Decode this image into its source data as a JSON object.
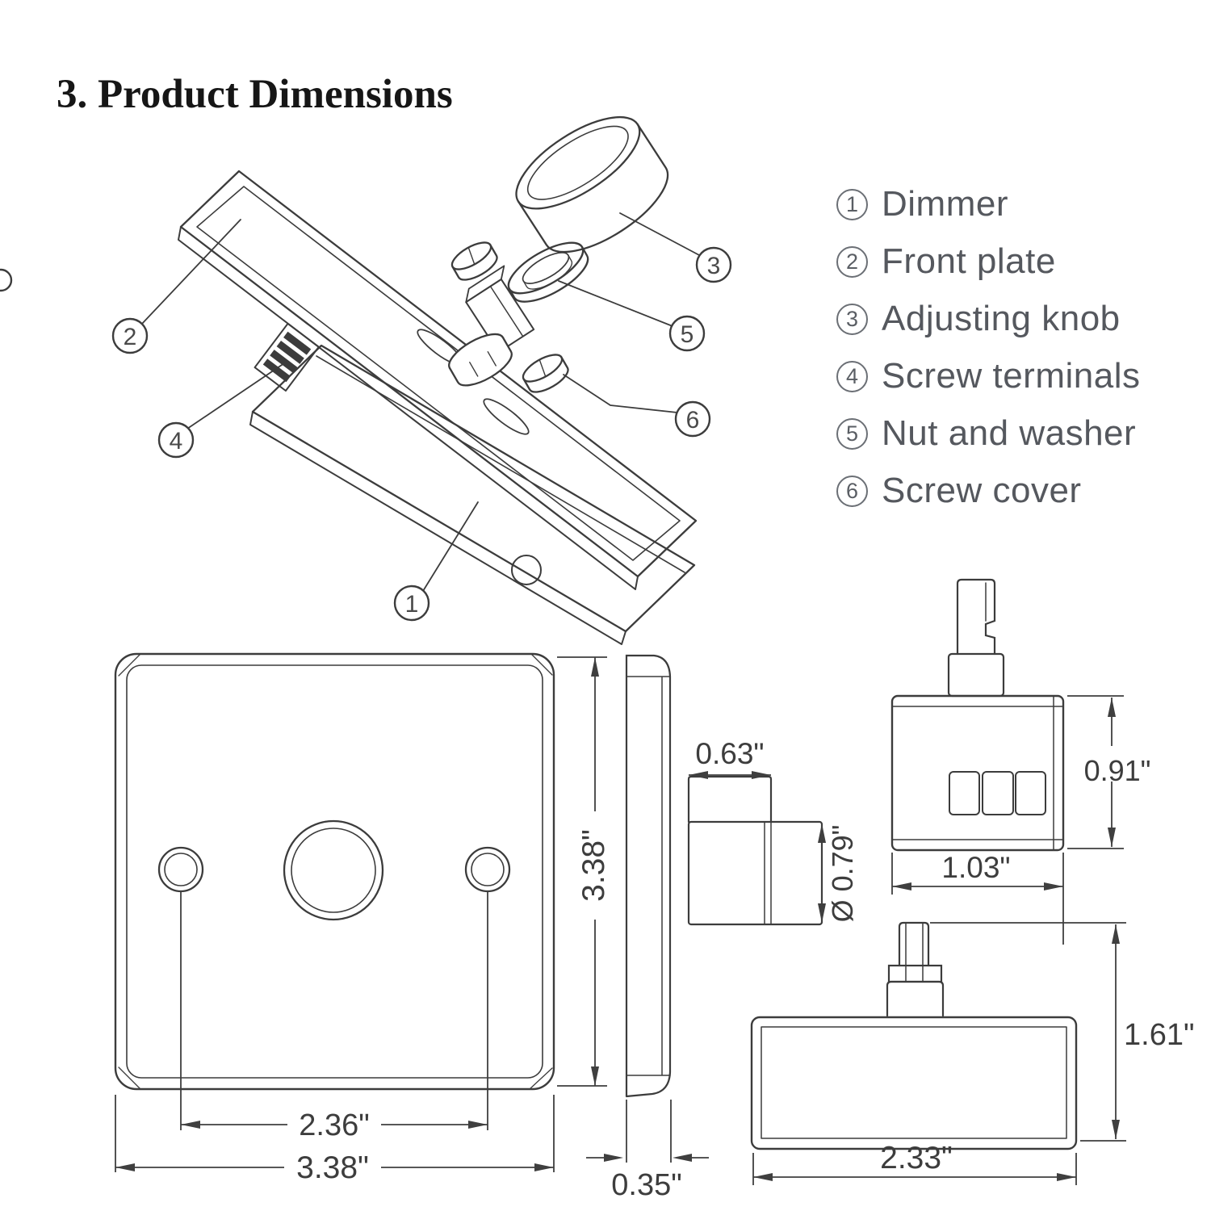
{
  "title": "3. Product Dimensions",
  "legend": {
    "items": [
      {
        "num": "1",
        "label": "Dimmer"
      },
      {
        "num": "2",
        "label": "Front plate"
      },
      {
        "num": "3",
        "label": "Adjusting knob"
      },
      {
        "num": "4",
        "label": "Screw terminals"
      },
      {
        "num": "5",
        "label": "Nut and washer"
      },
      {
        "num": "6",
        "label": "Screw cover"
      }
    ]
  },
  "callouts": [
    "1",
    "2",
    "3",
    "4",
    "5",
    "6"
  ],
  "dims": {
    "front_hole_spacing": "2.36\"",
    "front_width": "3.38\"",
    "front_height": "3.38\"",
    "plate_thickness": "0.35\"",
    "knob_width": "0.63\"",
    "knob_diameter": "Ø 0.79\"",
    "module_height": "0.91\"",
    "module_width": "1.03\"",
    "body_height": "1.61\"",
    "body_width": "2.33\""
  },
  "colors": {
    "line": "#3c3c3c",
    "dim_line": "#3f3f3f",
    "legend_text": "#55585e",
    "title": "#161616",
    "background": "#ffffff"
  }
}
